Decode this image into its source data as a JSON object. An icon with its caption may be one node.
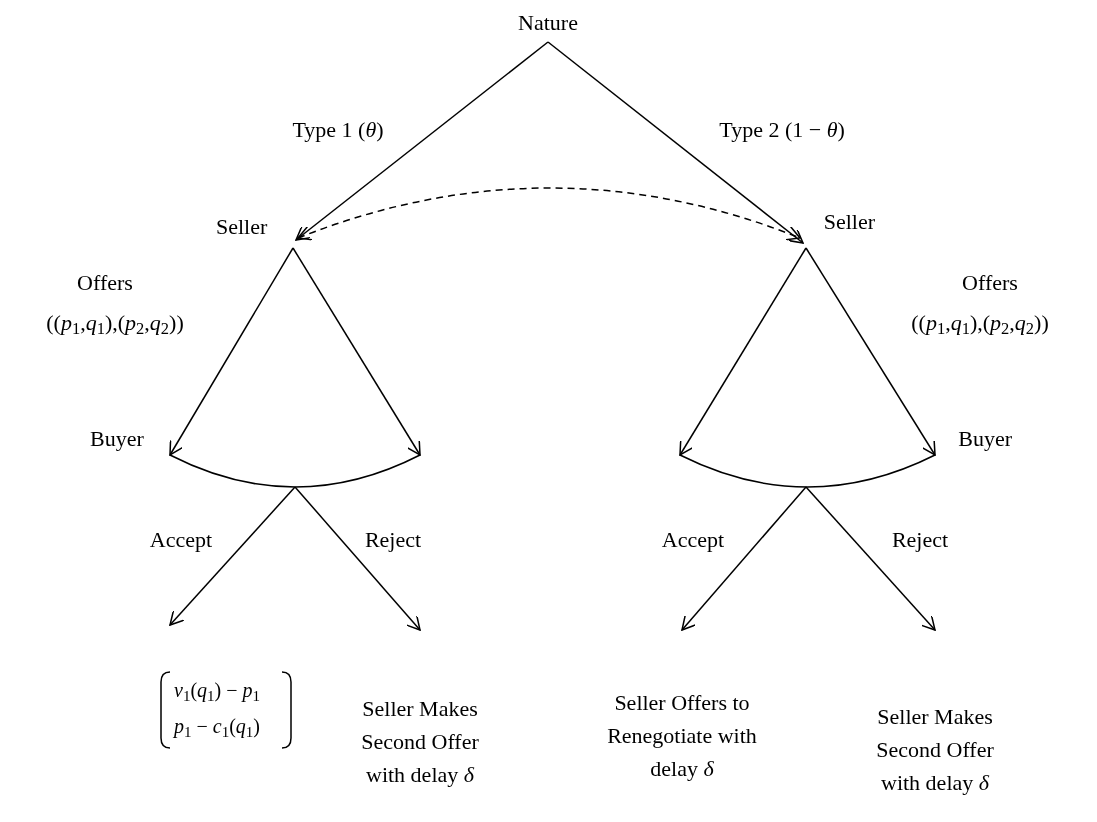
{
  "diagram": {
    "nodes": [
      {
        "text": [
          "Nature"
        ]
      },
      {
        "text": [
          "Seller"
        ]
      },
      {
        "text": [
          "Seller"
        ]
      },
      {
        "text": [
          "Buyer"
        ]
      },
      {
        "text": [
          "Buyer"
        ]
      },
      {
        "text": [
          "*v*$_{1}$(*q*$_{1}$) − *p*$_{1}$",
          "*p*$_{1}$ − *c*$_{1}$(*q*$_{1}$)"
        ]
      },
      {
        "text": [
          "Seller Makes Second Offer with delay *δ*"
        ]
      },
      {
        "text": [
          "Seller Offers to Renegotiate with delay *δ*"
        ]
      },
      {
        "text": [
          "Seller Makes Second Offer with delay *δ*"
        ]
      }
    ],
    "edges": [
      {
        "from": 0,
        "to": 1,
        "arrow": "to",
        "label": "Type 1 (*θ*)"
      },
      {
        "from": 0,
        "to": 2,
        "arrow": "to",
        "label": "Type 2 (1 − *θ*)"
      },
      {
        "from": 1,
        "to": 2,
        "arrow": "both",
        "style": "dashed"
      },
      {
        "from": 1,
        "to": 3,
        "arrow": "to"
      },
      {
        "from": 1,
        "to": 3,
        "arrow": "to"
      },
      {
        "from": 2,
        "to": 4,
        "arrow": "to"
      },
      {
        "from": 2,
        "to": 4,
        "arrow": "to"
      },
      {
        "from": 3,
        "to": 5,
        "arrow": "to",
        "label": "Accept"
      },
      {
        "from": 3,
        "to": 6,
        "arrow": "to",
        "label": "Reject"
      },
      {
        "from": 4,
        "to": 7,
        "arrow": "to",
        "label": "Accept"
      },
      {
        "from": 4,
        "to": 8,
        "arrow": "to",
        "label": "Reject"
      }
    ],
    "labels": [
      "Offers",
      "((*p*$_{1}$,*q*$_{1}$),(*p*$_{2}$,*q*$_{2}$))",
      "Offers",
      "((*p*$_{1}$,*q*$_{1}$),(*p*$_{2}$,*q*$_{2}$))"
    ]
  }
}
